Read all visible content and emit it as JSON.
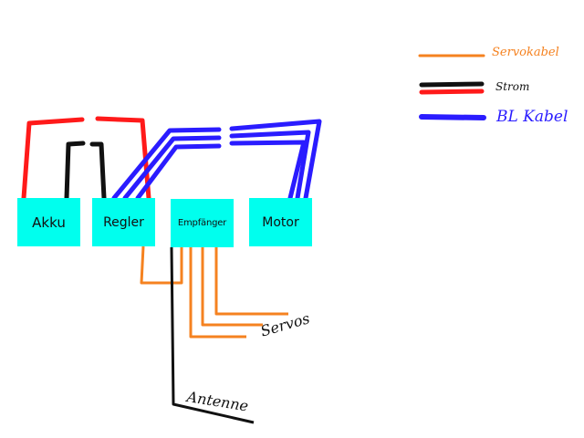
{
  "colors": {
    "servo": "#f58220",
    "strom_black": "#111111",
    "strom_red": "#ff1a1a",
    "bl": "#2a1cff",
    "box_fill": "#00ffee"
  },
  "boxes": {
    "akku": "Akku",
    "regler": "Regler",
    "empfaenger": "Empfänger",
    "motor": "Motor"
  },
  "legend": {
    "servo": "Servokabel",
    "strom": "Strom",
    "bl": "BL Kabel"
  },
  "annotations": {
    "servos": "Servos",
    "antenne": "Antenne"
  }
}
